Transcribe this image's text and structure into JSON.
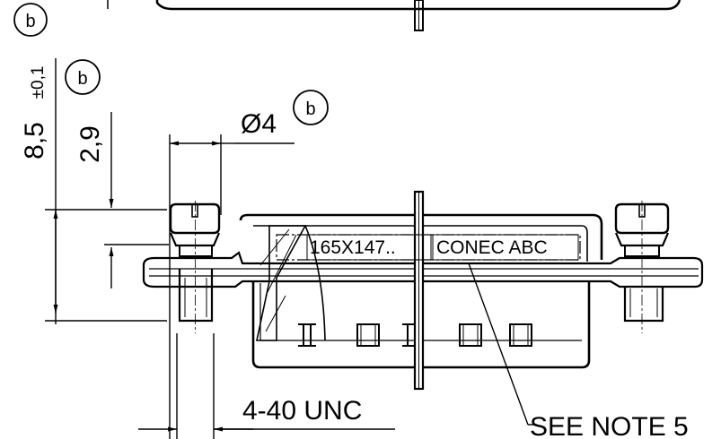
{
  "marker": "b",
  "dimensions": {
    "overall_height": "8,5",
    "overall_height_tolerance": "±0,1",
    "screw_head_height": "2,9",
    "screw_diameter": "Ø4",
    "thread": "4-40 UNC"
  },
  "marking_box": {
    "left_text": "165X147..",
    "right_text": "CONEC ABC"
  },
  "note": "SEE NOTE 5"
}
